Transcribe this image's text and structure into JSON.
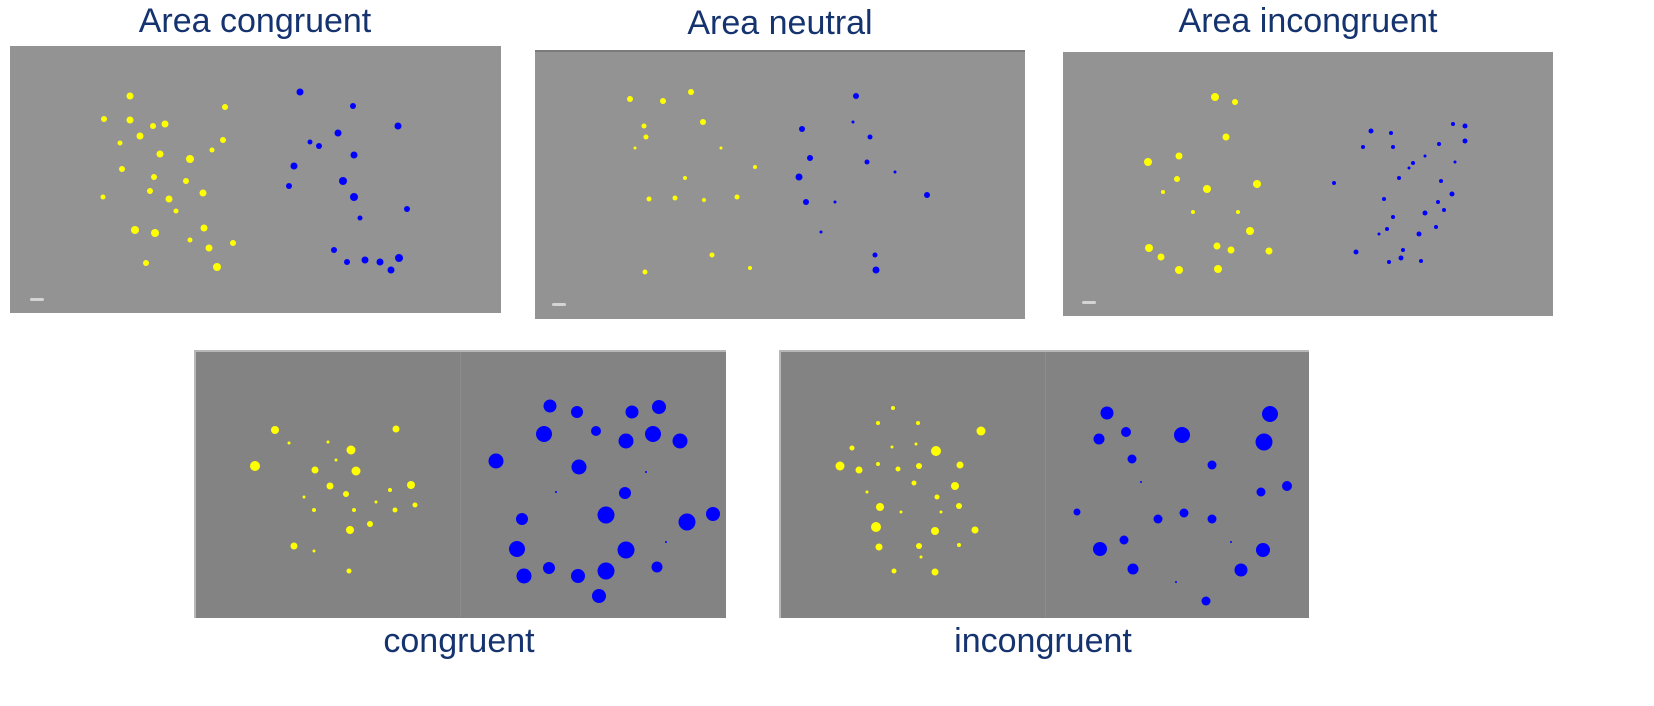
{
  "captions": {
    "area_congruent": "Area congruent",
    "area_neutral": "Area neutral",
    "area_incongruent": "Area incongruent",
    "congruent": "congruent",
    "incongruent": "incongruent"
  },
  "colors": {
    "yellow_dots": "#ffff00",
    "blue_dots": "#0000ff",
    "top_panel_bg": "#939393",
    "bottom_panel_bg": "#838383",
    "caption_text": "#15336e"
  },
  "dot_counts": {
    "area_congruent": {
      "yellow": 28,
      "blue": 19
    },
    "area_neutral": {
      "yellow": 17,
      "blue": 14
    },
    "area_incongruent": {
      "yellow": 19,
      "blue": 30
    },
    "congruent": {
      "yellow": 24,
      "blue": 27
    },
    "incongruent": {
      "yellow": 31,
      "blue": 23
    }
  }
}
